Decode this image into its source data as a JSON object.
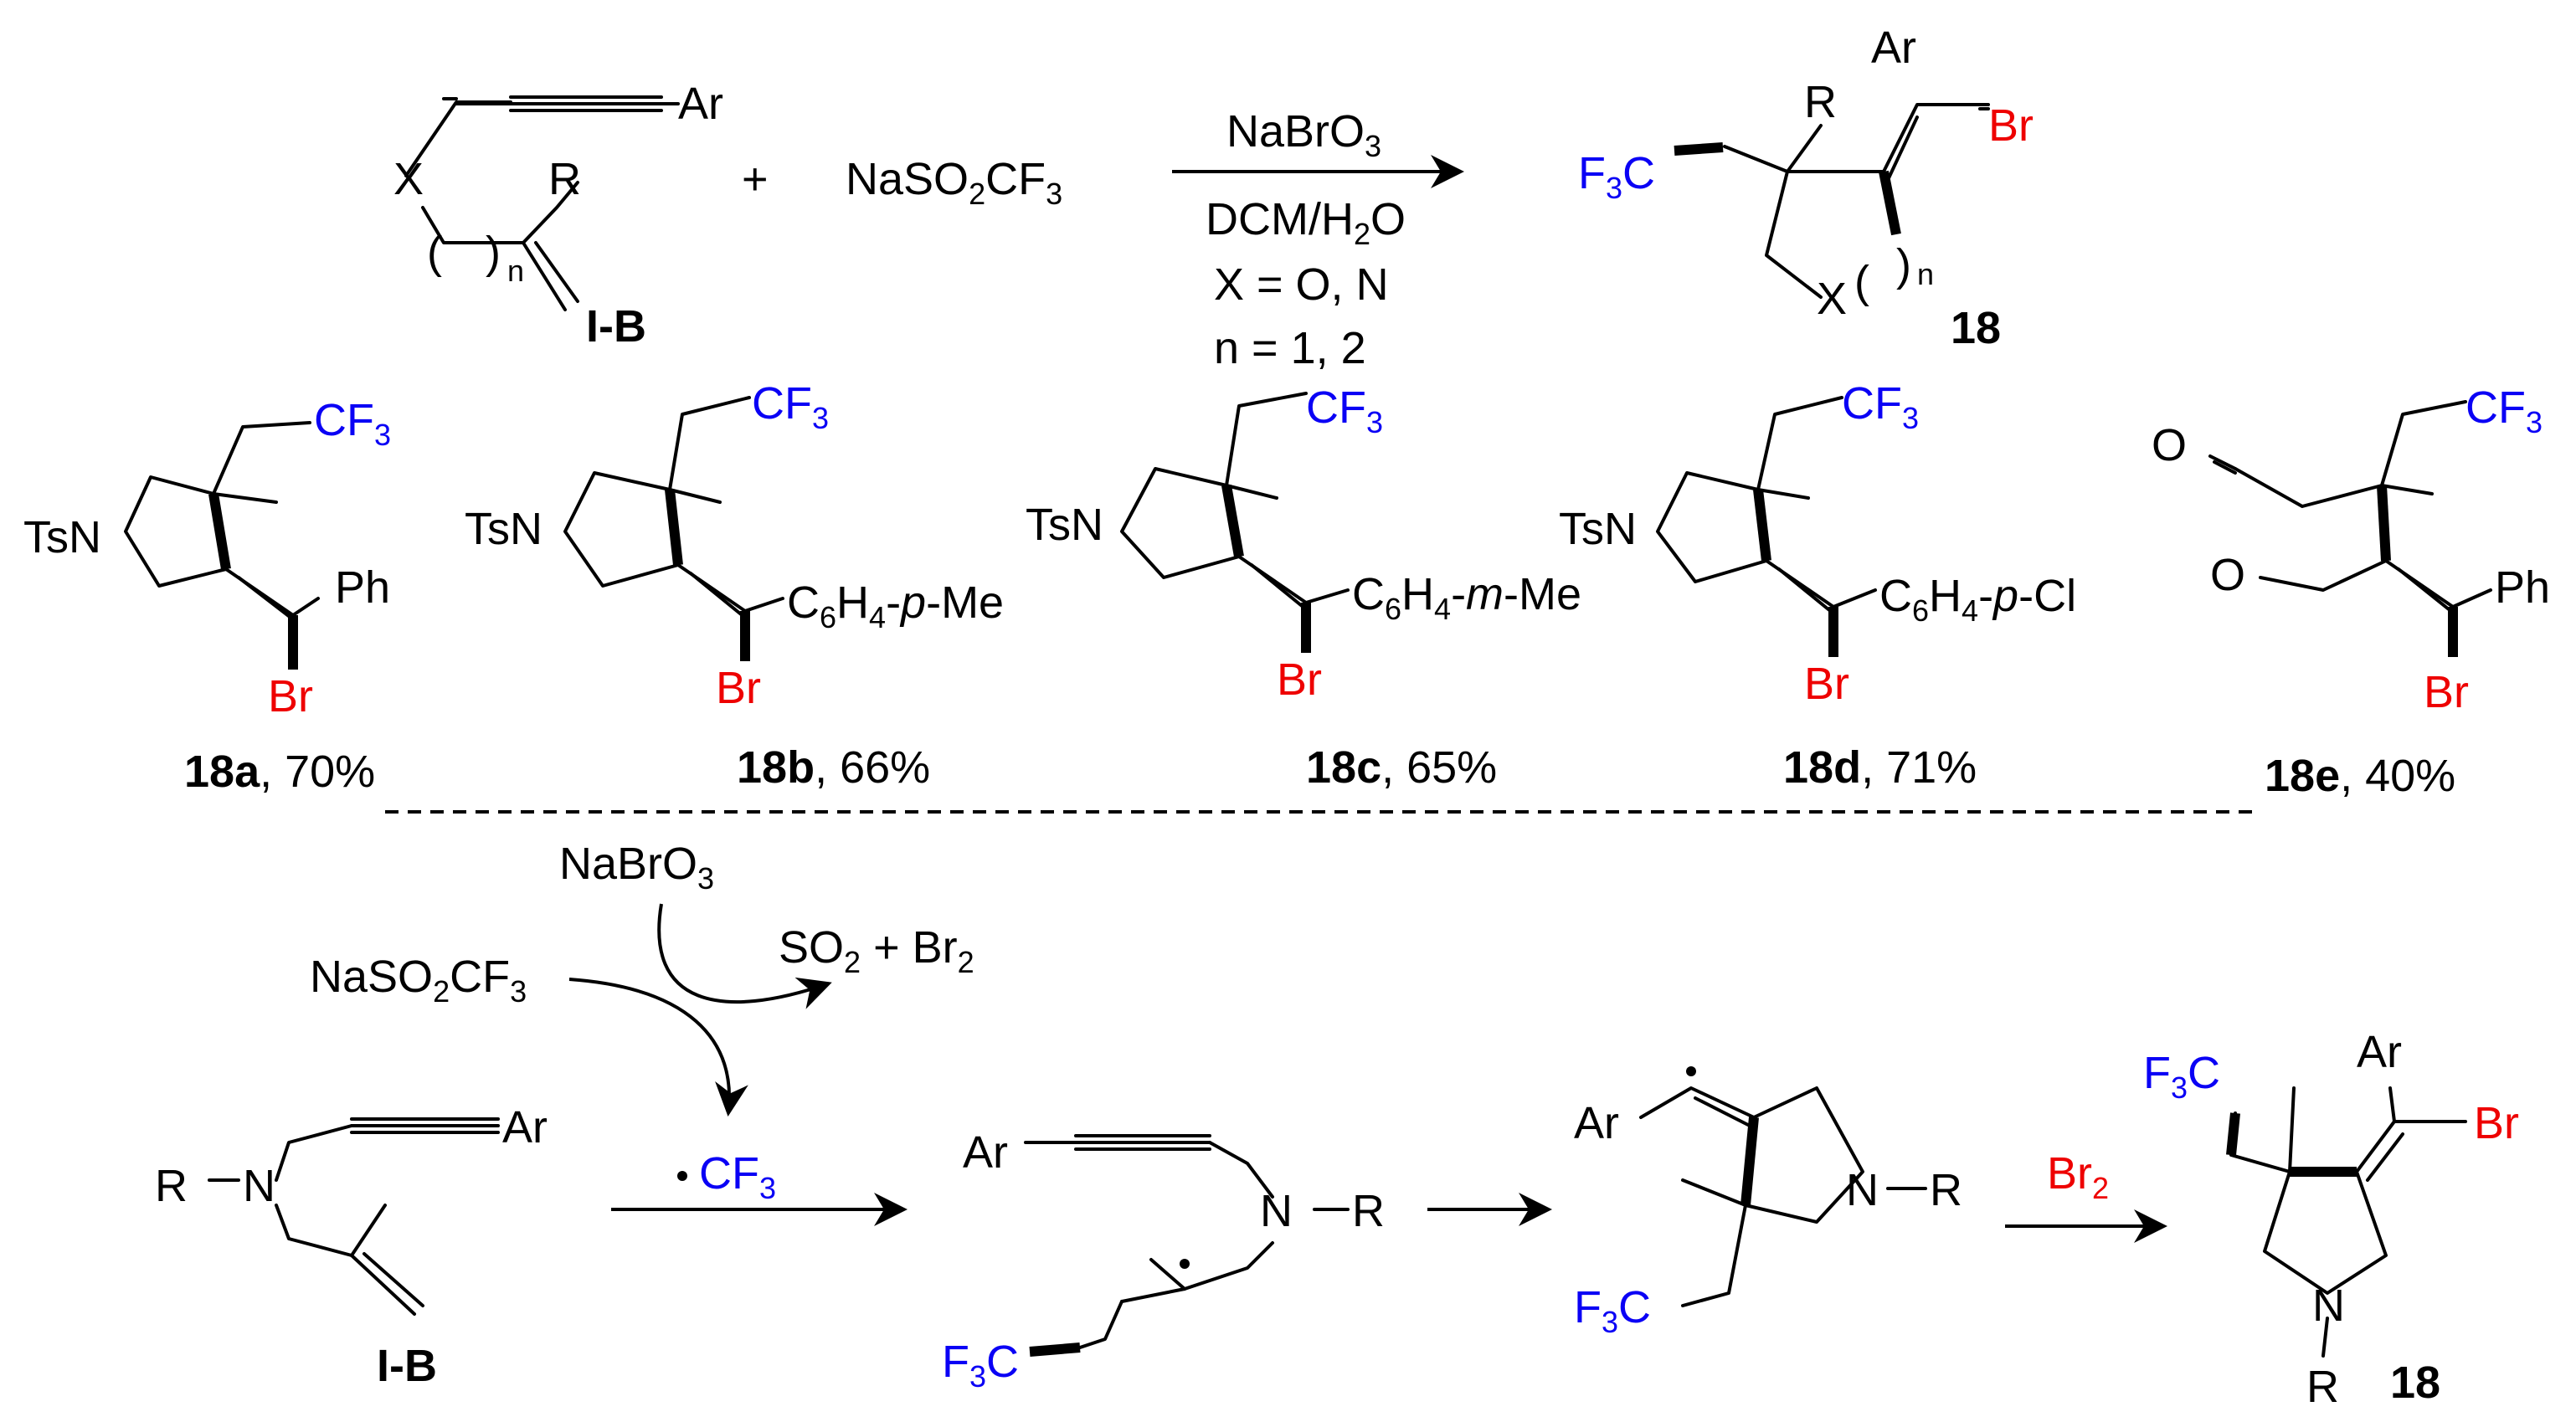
{
  "colors": {
    "cf3": "#0a00f5",
    "br": "#ee0000",
    "ink": "#000000"
  },
  "general_reaction": {
    "substrate_label": "I-B",
    "reagent": "NaSO2CF3",
    "plus": "+",
    "conditions": [
      "NaBrO3",
      "DCM/H2O",
      "X = O, N",
      "n = 1, 2"
    ],
    "product_label": "18",
    "atoms": {
      "Ar": "Ar",
      "R": "R",
      "X": "X",
      "n": "n",
      "Br": "Br",
      "F3C": "F3C"
    }
  },
  "products": [
    {
      "id": "18a",
      "yield": ", 70%",
      "aryl": "Ph",
      "ring_n": "TsN"
    },
    {
      "id": "18b",
      "yield": ", 66%",
      "aryl": "C6H4-p-Me",
      "ring_n": "TsN"
    },
    {
      "id": "18c",
      "yield": ", 65%",
      "aryl": "C6H4-m-Me",
      "ring_n": "TsN"
    },
    {
      "id": "18d",
      "yield": ", 71%",
      "aryl": "C6H4-p-Cl",
      "ring_n": "TsN"
    },
    {
      "id": "18e",
      "yield": ", 40%",
      "aryl": "Ph",
      "ring_n": "O"
    }
  ],
  "mechanism": {
    "oxidant": "NaBrO3",
    "reagent": "NaSO2CF3",
    "byproducts": "SO2 + Br2",
    "radical": "CF3",
    "substrate_label": "I-B",
    "bromine_source": "Br2",
    "product_label": "18",
    "atoms": {
      "Ar": "Ar",
      "R": "R",
      "N": "N",
      "F3C": "F3C",
      "Br": "Br"
    }
  }
}
